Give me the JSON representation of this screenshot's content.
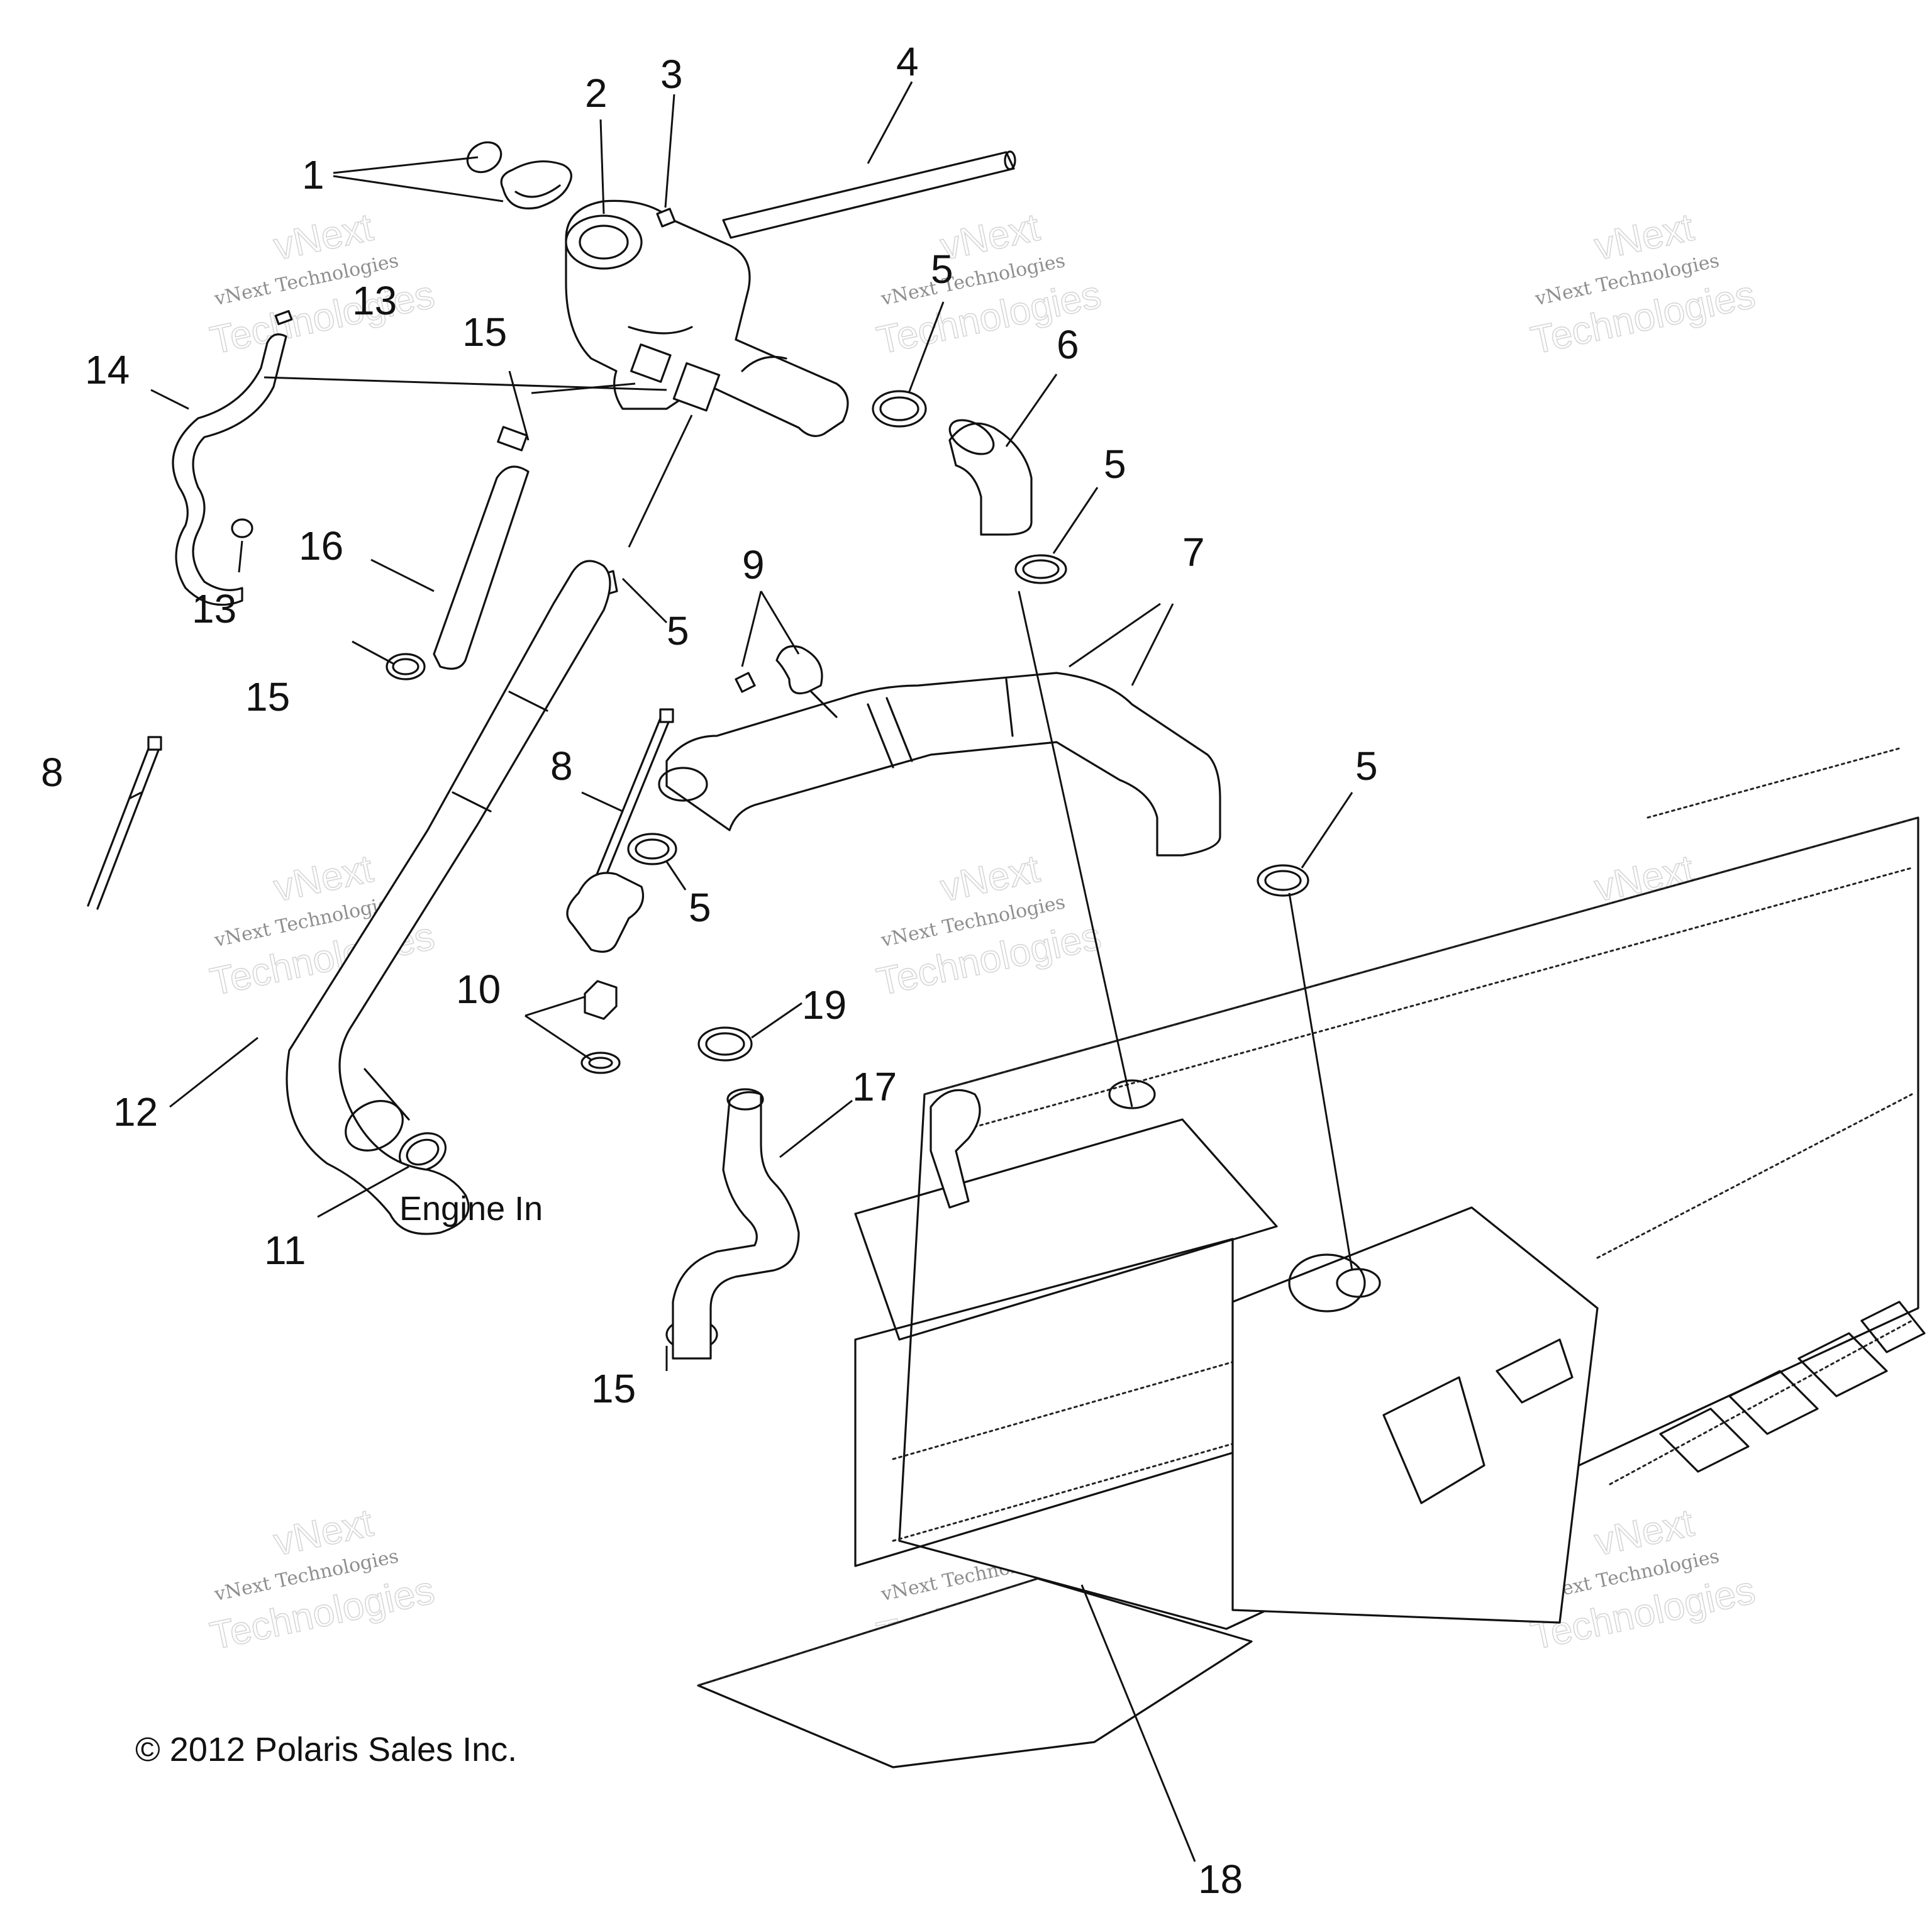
{
  "callouts": [
    "1",
    "2",
    "3",
    "4",
    "5",
    "5",
    "5",
    "5",
    "5",
    "6",
    "7",
    "8",
    "8",
    "9",
    "10",
    "11",
    "12",
    "13",
    "13",
    "14",
    "15",
    "15",
    "15",
    "16",
    "17",
    "18",
    "19"
  ],
  "labels": {
    "engine_in": "Engine In",
    "copyright": "© 2012 Polaris Sales Inc."
  },
  "watermark": {
    "line1": "vNext",
    "line2": "vNext Technologies",
    "line3": "Technologies"
  }
}
